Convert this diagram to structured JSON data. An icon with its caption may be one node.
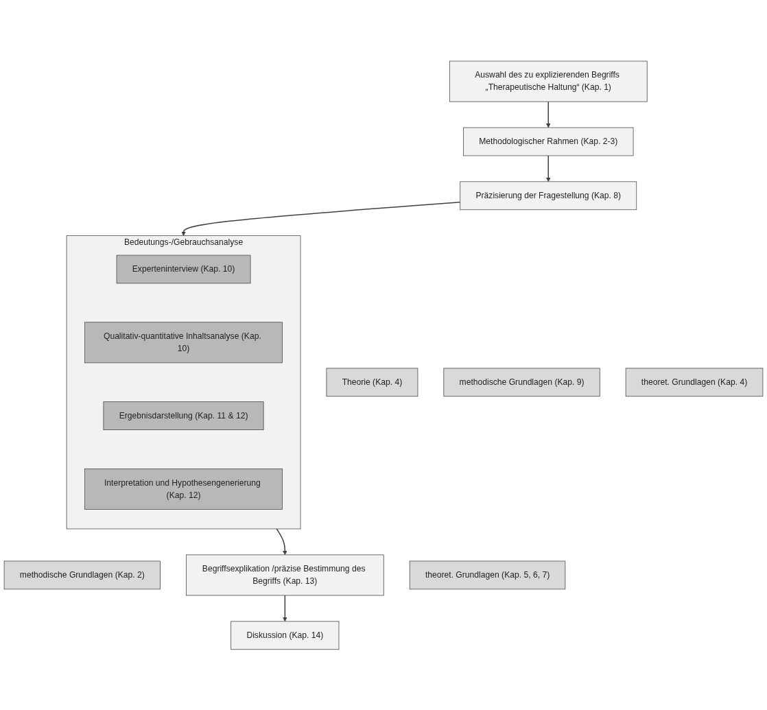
{
  "diagram": {
    "nodes": [
      {
        "text": [
          "Auswahl des zu explizierenden Begriffs „Therapeutische Haltung“ (Kap. 1)"
        ]
      },
      {
        "text": [
          "Methodologischer Rahmen (Kap. 2-3)"
        ]
      },
      {
        "text": [
          "Präzisierung der Fragestellung (Kap. 8)"
        ]
      },
      {
        "text": [
          "Theorie (Kap. 4)"
        ]
      },
      {
        "text": [
          "Bedeutungs-/Gebrauchsanalyse"
        ]
      },
      {
        "text": [
          "methodische Grundlagen (Kap. 9)"
        ]
      },
      {
        "text": [
          "Experteninterview (Kap. 10)"
        ],
        "in": 4
      },
      {
        "text": [
          "theoret. Grundlagen (Kap. 4)"
        ]
      },
      {
        "text": [
          "Qualitativ-quantitative Inhaltsanalyse (Kap. 10)"
        ],
        "in": 4
      },
      {
        "text": [
          "Ergebnisdarstellung (Kap. 11 & 12)"
        ],
        "in": 4
      },
      {
        "text": [
          "Interpretation und Hypothesengenerierung (Kap. 12)"
        ],
        "in": 4
      },
      {
        "text": [
          "methodische Grundlagen (Kap. 2)"
        ]
      },
      {
        "text": [
          "Begriffsexplikation /präzise Bestimmung des Begriffs (Kap. 13)"
        ]
      },
      {
        "text": [
          "theoret. Grundlagen (Kap. 5, 6, 7)"
        ]
      },
      {
        "text": [
          "Diskussion (Kap. 14)"
        ]
      }
    ],
    "edges": [
      {
        "from": 0,
        "to": 1,
        "arrow": "to"
      },
      {
        "from": 1,
        "to": 2,
        "arrow": "to"
      },
      {
        "from": 2,
        "to": 4,
        "arrow": "to"
      },
      {
        "from": 4,
        "to": 12,
        "arrow": "to"
      },
      {
        "from": 12,
        "to": 14,
        "arrow": "to"
      }
    ]
  }
}
